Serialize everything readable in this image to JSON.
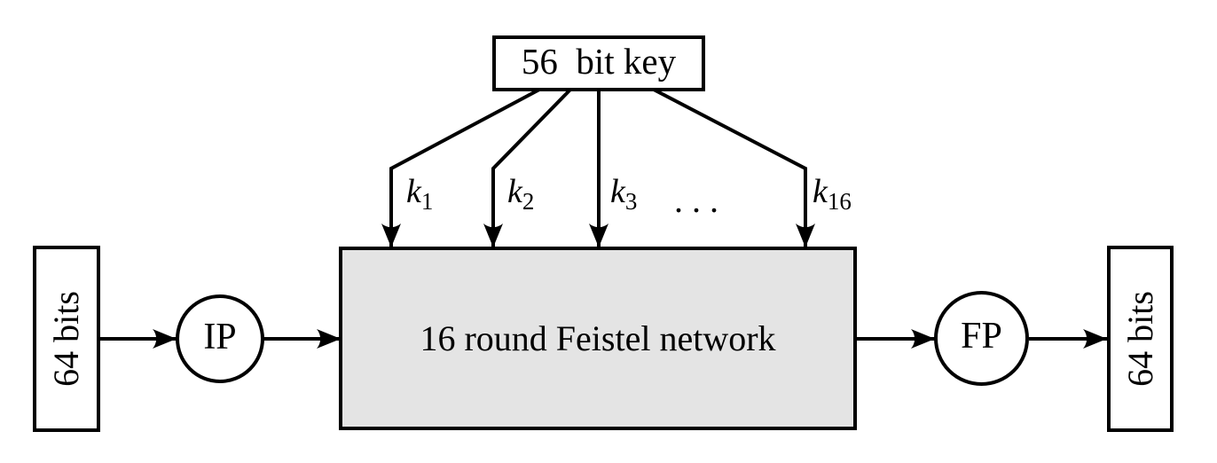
{
  "diagram": {
    "background": "#ffffff",
    "line_color": "#000000",
    "key_box": {
      "label": "56  bit key"
    },
    "subkey_labels": [
      {
        "base": "k",
        "sub": "1"
      },
      {
        "base": "k",
        "sub": "2"
      },
      {
        "base": "k",
        "sub": "3"
      },
      {
        "base": "k",
        "sub": "16"
      }
    ],
    "ellipsis": ". . .",
    "feistel_box": {
      "label": "16 round Feistel network",
      "fill": "#e4e4e4"
    },
    "input_box": {
      "label": "64 bits"
    },
    "output_box": {
      "label": "64 bits"
    },
    "ip_node": {
      "label": "IP"
    },
    "fp_node": {
      "label": "FP"
    }
  }
}
